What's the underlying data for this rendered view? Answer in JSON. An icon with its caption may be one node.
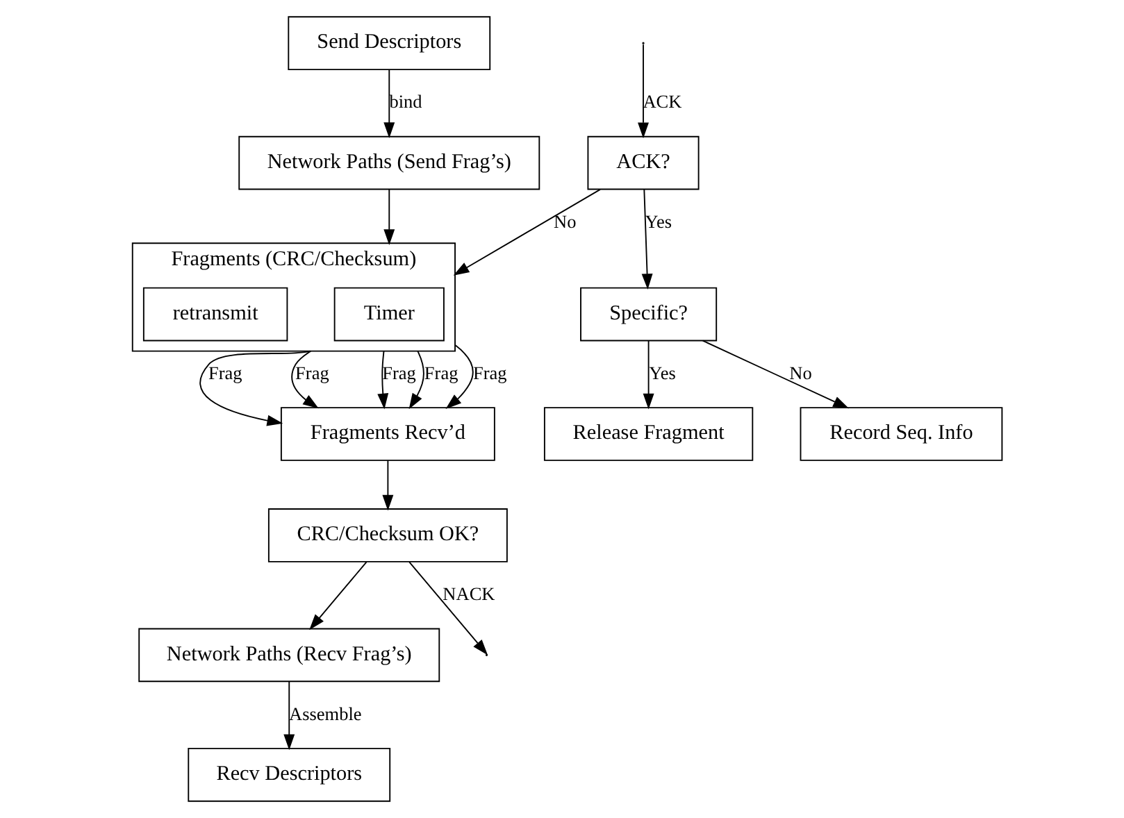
{
  "diagram": {
    "nodes": [
      {
        "text": [
          "Send Descriptors"
        ]
      },
      {
        "text": [
          "Network Paths (Send Frag’s)"
        ]
      },
      {
        "text": [
          "Fragments (CRC/Checksum)"
        ]
      },
      {
        "text": [
          "Timer"
        ],
        "in": 2
      },
      {
        "text": [
          "retransmit"
        ],
        "in": 2
      },
      {
        "text": [
          "Recv Descriptors"
        ]
      },
      {
        "text": [
          "Network Paths (Recv Frag’s)"
        ]
      },
      {
        "text": [
          "Fragments Recv’d"
        ]
      },
      {
        "text": [
          "Specific?"
        ]
      },
      {
        "text": [
          "ACK?"
        ]
      },
      {
        "text": [
          "CRC/Checksum OK?"
        ]
      },
      {
        "text": [
          "Release Fragment"
        ]
      },
      {
        "text": [
          "Record Seq. Info"
        ]
      }
    ],
    "edges": [
      {
        "from": 0,
        "to": 1,
        "arrow": "to",
        "label": "bind"
      },
      {
        "from": 1,
        "to": 2,
        "arrow": "to"
      },
      {
        "from": 2,
        "to": 7,
        "arrow": "to",
        "label": "Frag"
      },
      {
        "from": 2,
        "to": 7,
        "arrow": "to",
        "label": "Frag"
      },
      {
        "from": 2,
        "to": 7,
        "arrow": "to",
        "label": "Frag"
      },
      {
        "from": 2,
        "to": 7,
        "arrow": "to",
        "label": "Frag"
      },
      {
        "from": 2,
        "to": 7,
        "arrow": "to",
        "label": "Frag"
      },
      {
        "from": 7,
        "to": 10,
        "arrow": "to"
      },
      {
        "from": 10,
        "to": 6,
        "arrow": "to"
      },
      {
        "from": 6,
        "to": 5,
        "arrow": "to",
        "label": "Assemble"
      },
      {
        "from": 10,
        "to": null,
        "arrow": "to",
        "label": "NACK"
      },
      {
        "from": null,
        "to": 9,
        "arrow": "to",
        "label": "ACK"
      },
      {
        "from": 9,
        "to": 2,
        "arrow": "to",
        "label": "No"
      },
      {
        "from": 9,
        "to": 8,
        "arrow": "to",
        "label": "Yes"
      },
      {
        "from": 8,
        "to": 11,
        "arrow": "to",
        "label": "Yes"
      },
      {
        "from": 8,
        "to": 12,
        "arrow": "to",
        "label": "No"
      }
    ]
  }
}
